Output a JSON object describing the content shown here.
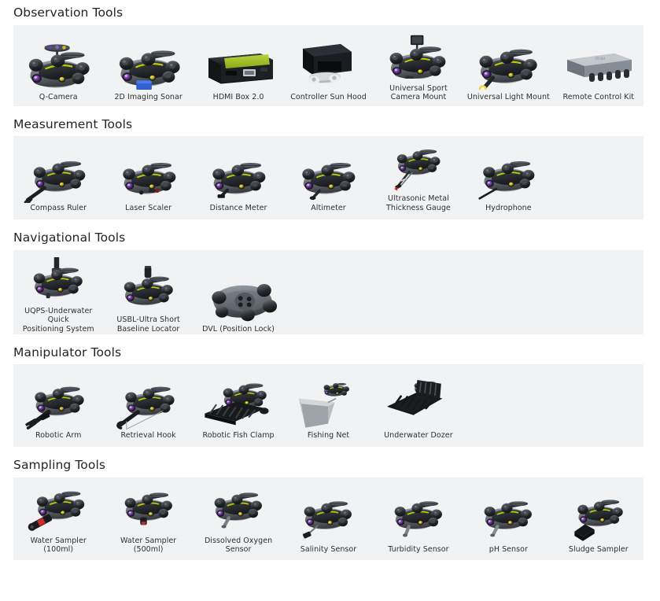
{
  "page": {
    "background": "#ffffff",
    "panel_background": "#f1f2f4",
    "title_color": "#242424",
    "label_color": "#2e2e2e",
    "accent_green": "#c8d400",
    "accent_blue": "#2f5fd0"
  },
  "sections": [
    {
      "id": "observation",
      "title": "Observation Tools",
      "columns": 7,
      "items": [
        {
          "label": "Q-Camera",
          "icon": "rov-q-camera-icon"
        },
        {
          "label": "2D Imaging Sonar",
          "icon": "rov-sonar-icon"
        },
        {
          "label": "HDMI Box 2.0",
          "icon": "hdmi-box-icon"
        },
        {
          "label": "Controller Sun Hood",
          "icon": "controller-sun-hood-icon"
        },
        {
          "label": "Universal Sport\nCamera Mount",
          "icon": "rov-sport-camera-mount-icon"
        },
        {
          "label": "Universal Light Mount",
          "icon": "rov-light-mount-icon"
        },
        {
          "label": "Remote Control Kit",
          "icon": "remote-control-kit-icon"
        }
      ]
    },
    {
      "id": "measurement",
      "title": "Measurement Tools",
      "columns": 7,
      "items": [
        {
          "label": "Compass Ruler",
          "icon": "rov-compass-ruler-icon"
        },
        {
          "label": "Laser Scaler",
          "icon": "rov-laser-scaler-icon"
        },
        {
          "label": "Distance Meter",
          "icon": "rov-distance-meter-icon"
        },
        {
          "label": "Altimeter",
          "icon": "rov-altimeter-icon"
        },
        {
          "label": "Ultrasonic Metal\nThickness Gauge",
          "icon": "rov-ultrasonic-gauge-icon"
        },
        {
          "label": "Hydrophone",
          "icon": "rov-hydrophone-icon"
        }
      ]
    },
    {
      "id": "navigational",
      "title": "Navigational Tools",
      "columns": 7,
      "items": [
        {
          "label": "UQPS-Underwater Quick\nPositioning System",
          "icon": "rov-uqps-icon"
        },
        {
          "label": "USBL-Ultra Short\nBaseline Locator",
          "icon": "rov-usbl-icon"
        },
        {
          "label": "DVL (Position Lock)",
          "icon": "rov-dvl-icon"
        }
      ]
    },
    {
      "id": "manipulator",
      "title": "Manipulator Tools",
      "columns": 7,
      "items": [
        {
          "label": "Robotic Arm",
          "icon": "rov-robotic-arm-icon"
        },
        {
          "label": "Retrieval Hook",
          "icon": "rov-retrieval-hook-icon"
        },
        {
          "label": "Robotic Fish Clamp",
          "icon": "rov-fish-clamp-icon"
        },
        {
          "label": "Fishing Net",
          "icon": "rov-fishing-net-icon"
        },
        {
          "label": "Underwater Dozer",
          "icon": "rov-underwater-dozer-icon"
        }
      ]
    },
    {
      "id": "sampling",
      "title": "Sampling Tools",
      "columns": 7,
      "items": [
        {
          "label": "Water Sampler\n(100ml)",
          "icon": "rov-water-sampler-100-icon"
        },
        {
          "label": "Water Sampler\n(500ml)",
          "icon": "rov-water-sampler-500-icon"
        },
        {
          "label": "Dissolved Oxygen\nSensor",
          "icon": "rov-dissolved-oxygen-icon"
        },
        {
          "label": "Salinity Sensor",
          "icon": "rov-salinity-sensor-icon"
        },
        {
          "label": "Turbidity Sensor",
          "icon": "rov-turbidity-sensor-icon"
        },
        {
          "label": "pH Sensor",
          "icon": "rov-ph-sensor-icon"
        },
        {
          "label": "Sludge Sampler",
          "icon": "rov-sludge-sampler-icon"
        }
      ]
    }
  ]
}
